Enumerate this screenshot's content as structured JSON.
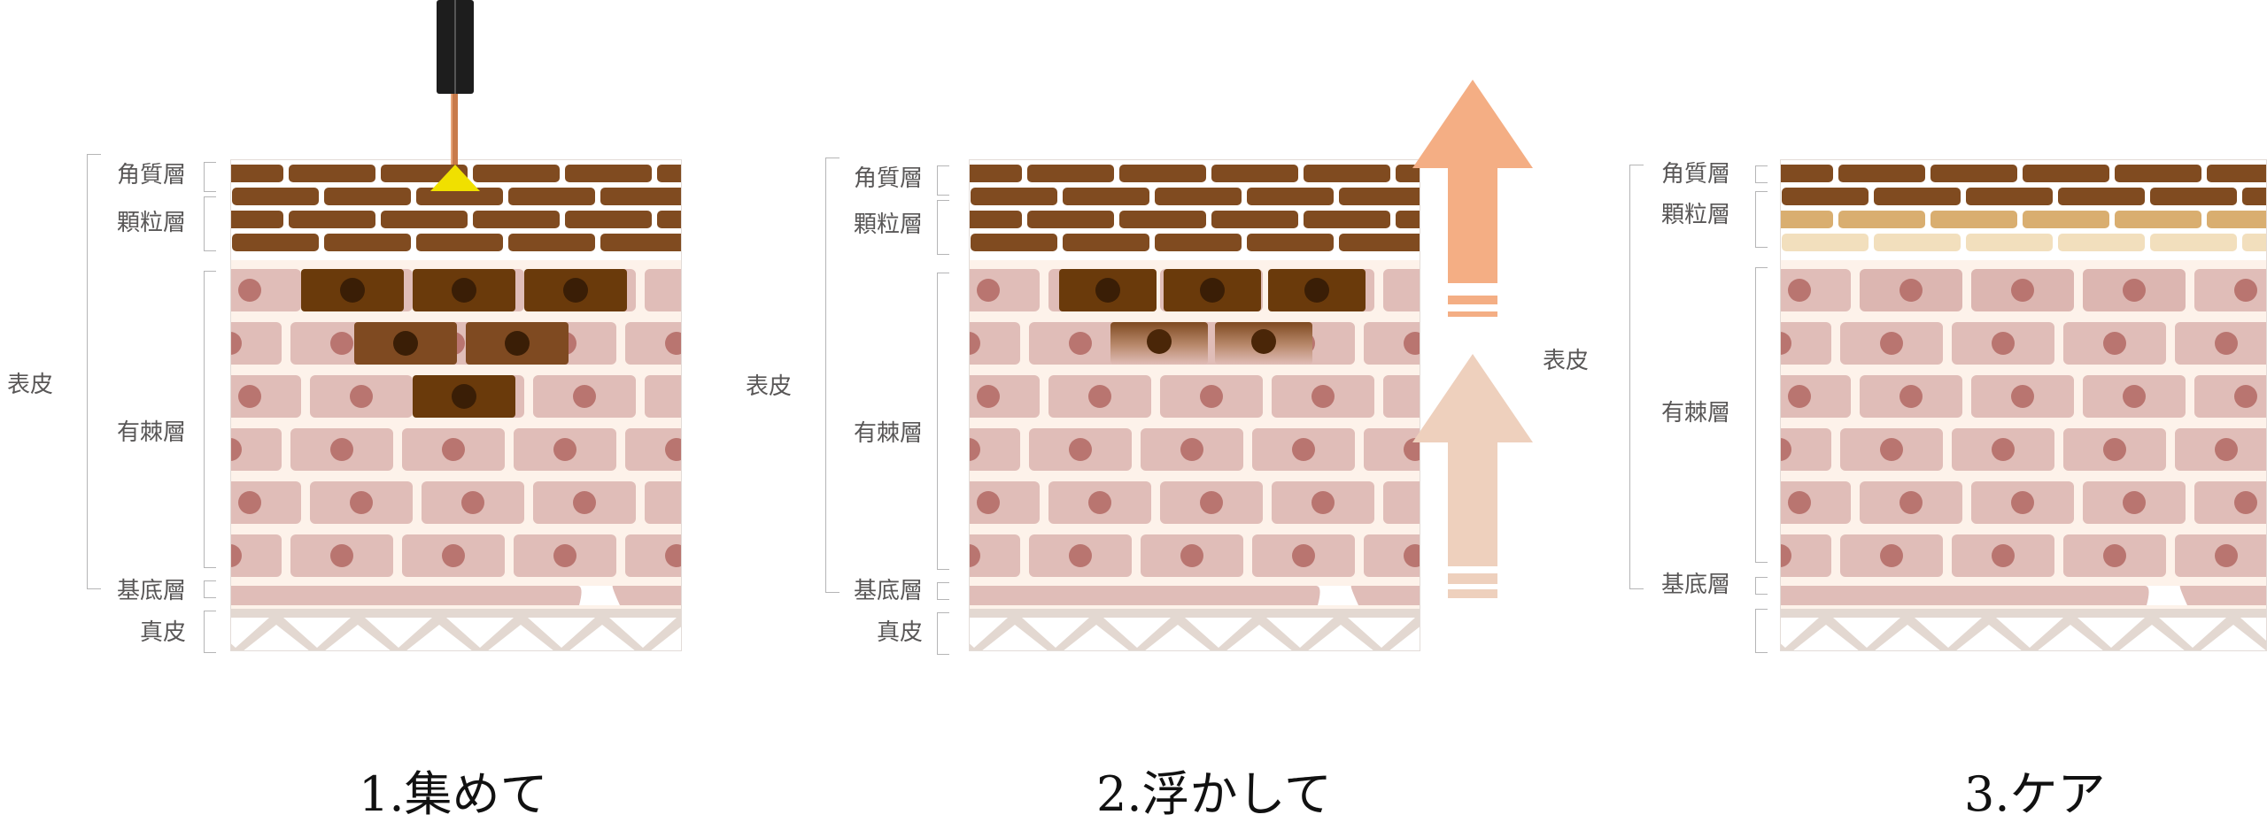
{
  "panels": [
    {
      "caption": "1.集めて",
      "labels": {
        "epidermis": "表皮",
        "stratum_corneum": "角質層",
        "stratum_granulosum": "顆粒層",
        "stratum_spinosum": "有棘層",
        "stratum_basale": "基底層",
        "dermis": "真皮"
      }
    },
    {
      "caption": "2.浮かして",
      "labels": {
        "epidermis": "表皮",
        "stratum_corneum": "角質層",
        "stratum_granulosum": "顆粒層",
        "stratum_spinosum": "有棘層",
        "stratum_basale": "基底層",
        "dermis": "真皮",
        "side_epidermis": "表皮"
      }
    },
    {
      "caption": "3.ケア",
      "labels": {
        "stratum_corneum": "角質層",
        "stratum_granulosum": "顆粒層",
        "stratum_spinosum": "有棘層",
        "stratum_basale": "基底層"
      }
    }
  ],
  "colors": {
    "brick_dark": "#804b20",
    "melanin_dark": "#6a3a0b",
    "melanin_mid": "#7f4a21",
    "cell": "#e0bdb8",
    "nucleus": "#b97570",
    "background_skin": "#fdf2ea",
    "dermis": "#e3d8d1",
    "arrow_upper": "#f4ae84",
    "arrow_lower": "#eed0bd",
    "device_tip": "#f0e000",
    "granular_light": "#d9ae70"
  }
}
